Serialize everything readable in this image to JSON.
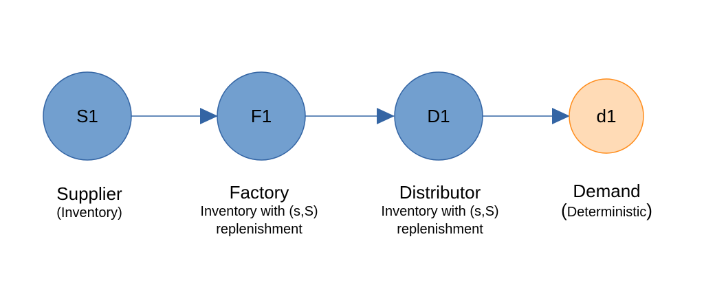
{
  "colors": {
    "node_fill": "#729fcf",
    "node_stroke": "#3465a4",
    "demand_fill": "#ffdbb6",
    "demand_stroke": "#ff8c1a",
    "edge": "#3465a4"
  },
  "nodes": {
    "s1": {
      "label": "S1"
    },
    "f1": {
      "label": "F1"
    },
    "d1": {
      "label": "D1"
    },
    "dm": {
      "label": "d1"
    }
  },
  "captions": {
    "s1": {
      "title": "Supplier",
      "sub": "(Inventory)"
    },
    "f1": {
      "title": "Factory",
      "sub1": "Inventory with (s,S)",
      "sub2": "replenishment"
    },
    "d1": {
      "title": "Distributor",
      "sub1": "Inventory with (s,S)",
      "sub2": "replenishment"
    },
    "dm": {
      "title": "Demand",
      "open": "(",
      "sub": "Deterministic",
      "close": ")"
    }
  },
  "edges": [
    {
      "from": "s1",
      "to": "f1"
    },
    {
      "from": "f1",
      "to": "d1"
    },
    {
      "from": "d1",
      "to": "dm"
    }
  ]
}
